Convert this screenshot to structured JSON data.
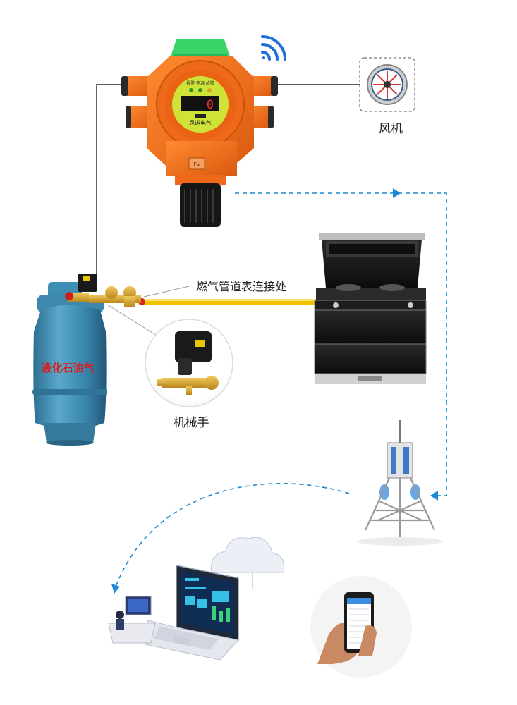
{
  "labels": {
    "fan": "风机",
    "pipe_joint": "燃气管道表连接处",
    "valve_manipulator": "机械手",
    "lpg_tank": "液化石油气"
  },
  "detector": {
    "display_value": "0",
    "brand_text": "思诺电气",
    "indicators_text": "报警 电源 故障",
    "ex_mark": "Ex"
  },
  "colors": {
    "detector_body": "#f2731e",
    "tank": "#3f8fb5",
    "gas_pipe": "#f2c200",
    "dashed_link": "#1a8ad4",
    "display": "#ff2a2a",
    "label_text": "#222222",
    "lpg_label": "#e01818"
  },
  "icons": [
    "wifi-icon",
    "cloud-icon",
    "fan-icon",
    "signal-tower-icon",
    "laptop-icon",
    "smartphone-icon",
    "workstation-icon"
  ]
}
